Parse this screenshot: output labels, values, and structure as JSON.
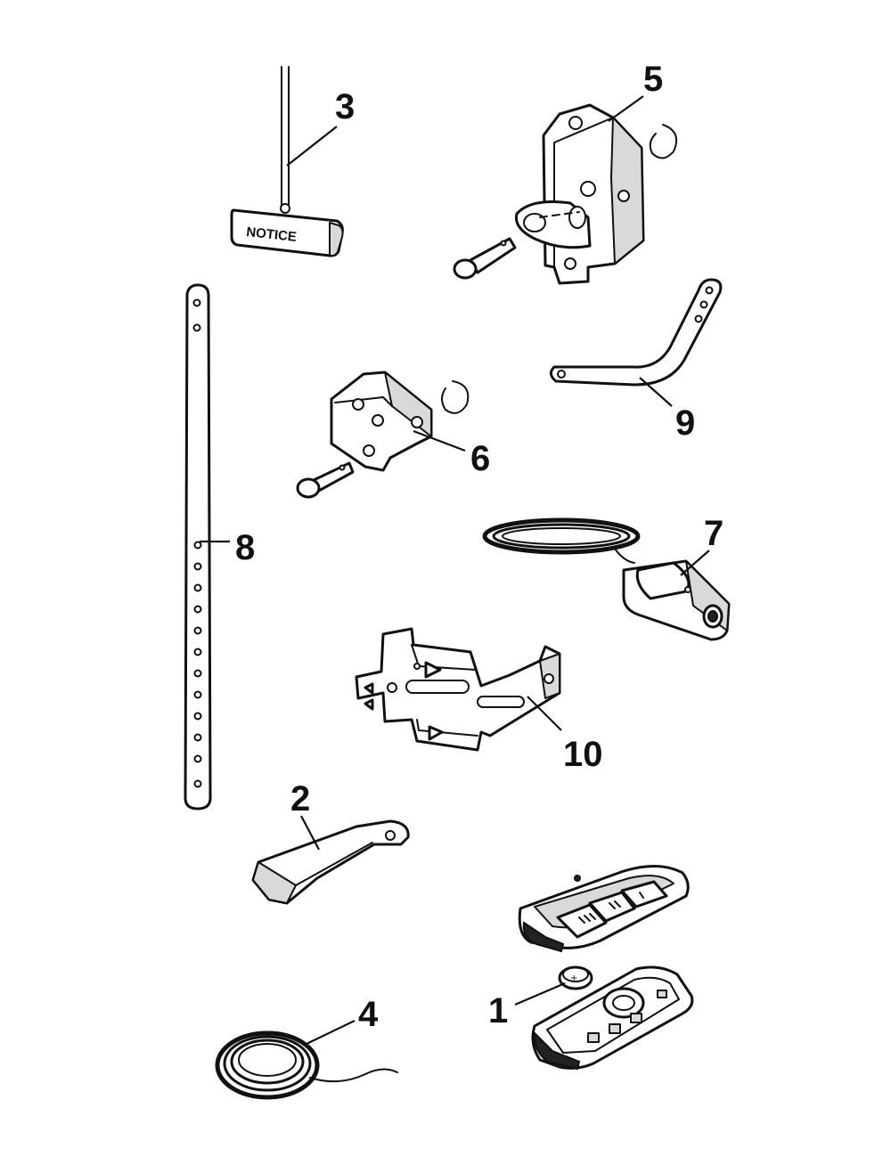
{
  "parts": [
    {
      "id": "1",
      "label": "1",
      "icon": "coin-battery-and-remote-case-icon"
    },
    {
      "id": "2",
      "label": "2",
      "icon": "remote-visor-clip-icon"
    },
    {
      "id": "3",
      "label": "3",
      "icon": "safety-notice-tag-icon"
    },
    {
      "id": "4",
      "label": "4",
      "icon": "foam-tape-roll-icon"
    },
    {
      "id": "5",
      "label": "5",
      "icon": "header-bracket-with-pin-icon"
    },
    {
      "id": "6",
      "label": "6",
      "icon": "door-bracket-with-pin-icon"
    },
    {
      "id": "7",
      "label": "7",
      "icon": "sensor-with-wire-coil-icon"
    },
    {
      "id": "8",
      "label": "8",
      "icon": "straight-door-arm-icon"
    },
    {
      "id": "9",
      "label": "9",
      "icon": "curved-door-arm-icon"
    },
    {
      "id": "10",
      "label": "10",
      "icon": "sensor-mounting-bracket-icon"
    }
  ],
  "notice_tag_text": "NOTICE",
  "remote_icon": "three-button-remote-icon"
}
